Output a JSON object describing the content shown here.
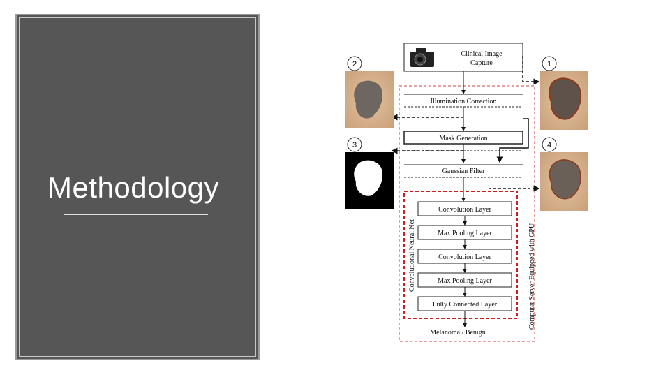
{
  "slide": {
    "title": "Methodology"
  },
  "diagram": {
    "steps": {
      "capture": "Clinical Image\nCapture",
      "illumination": "Illumination Correction",
      "mask": "Mask Generation",
      "gaussian": "Gaussian Filter"
    },
    "cnn_layers": [
      "Convolution Layer",
      "Max Pooling Layer",
      "Convolution Layer",
      "Max Pooling Layer",
      "Fully Connected Layer"
    ],
    "output": "Melanoma / Benign",
    "cnn_label": "Convolutional Neural Net",
    "server_label": "Computer Server Equipped with GPU",
    "badges": [
      "1",
      "2",
      "3",
      "4"
    ],
    "colors": {
      "panel": "#565656",
      "dashed_red": "#d04040",
      "skin": "#d9b590",
      "lesion": "#6e6660"
    }
  }
}
